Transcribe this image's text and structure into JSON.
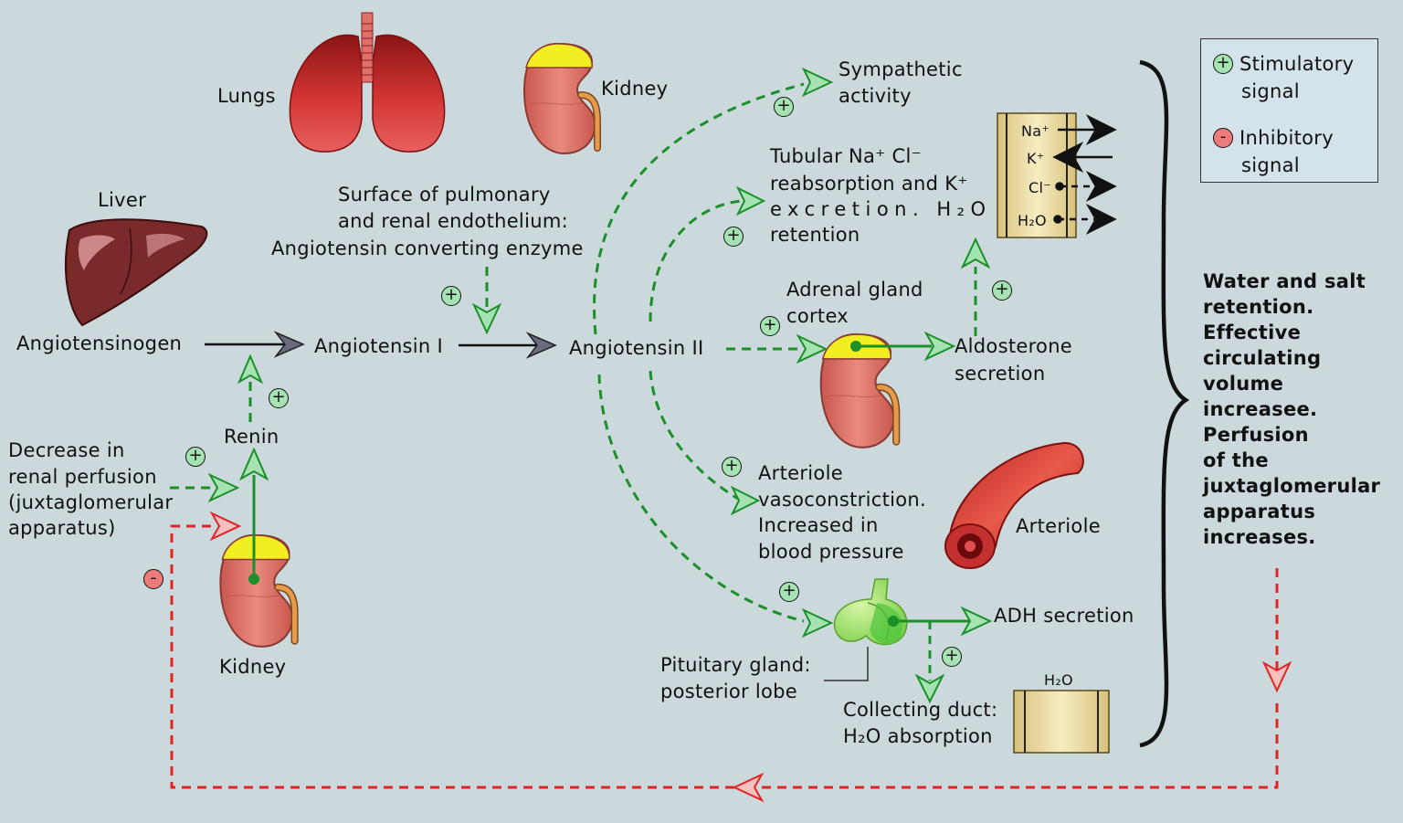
{
  "organs": {
    "lungs": "Lungs",
    "kidney_top": "Kidney",
    "liver": "Liver",
    "kidney_bottom": "Kidney",
    "arteriole": "Arteriole"
  },
  "substances": {
    "angiotensinogen": "Angiotensinogen",
    "angiotensin_1": "Angiotensin I",
    "angiotensin_2": "Angiotensin II",
    "renin": "Renin"
  },
  "ace_note": {
    "line1": "Surface of pulmonary",
    "line2": "and renal endothelium:",
    "line3": "Angiotensin converting  enzyme"
  },
  "stimulus": {
    "line1": "Decrease in",
    "line2": "renal perfusion",
    "line3": "(juxtaglomerular",
    "line4": "apparatus)"
  },
  "effects": {
    "sympathetic_1": "Sympathetic",
    "sympathetic_2": "activity",
    "tubular_1": "Tubular Na⁺ Cl⁻",
    "tubular_2": "reabsorption and K⁺",
    "tubular_3": "excretion. H₂O",
    "tubular_4": "retention",
    "adrenal_1": "Adrenal gland",
    "adrenal_2": "cortex",
    "aldosterone_1": "Aldosterone",
    "aldosterone_2": "secretion",
    "arteriole_1": "Arteriole",
    "arteriole_2": "vasoconstriction.",
    "arteriole_3": "Increased in",
    "arteriole_4": "blood pressure",
    "pituitary_1": "Pituitary gland:",
    "pituitary_2": "posterior lobe",
    "adh": "ADH secretion",
    "collecting_1": "Collecting duct:",
    "collecting_2": "H₂O absorption"
  },
  "ions": {
    "na": "Na⁺",
    "k": "K⁺",
    "cl": "Cl⁻",
    "h2o": "H₂O",
    "h2o_duct": "H₂O"
  },
  "outcome": {
    "line1": "Water and salt",
    "line2": "retention.",
    "line3": "Effective",
    "line4": "circulating",
    "line5": "volume",
    "line6": "increasee.",
    "line7": "Perfusion",
    "line8": "of the",
    "line9": "juxtaglomerular",
    "line10": "apparatus",
    "line11": "increases."
  },
  "legend": {
    "stim_1": "Stimulatory",
    "stim_2": "signal",
    "inhib_1": "Inhibitory",
    "inhib_2": "signal"
  },
  "symbols": {
    "plus": "+",
    "minus": "-"
  },
  "colors": {
    "background": "#cbd9dc",
    "stimulatory": "#1a8f2a",
    "inhibitory": "#e02424",
    "arrow_fill": "#a6e3b3",
    "kidney": "#dd6e66",
    "kidney_cap": "#f2ee22",
    "lung": "#c62a2a",
    "liver": "#7a2a2a"
  }
}
